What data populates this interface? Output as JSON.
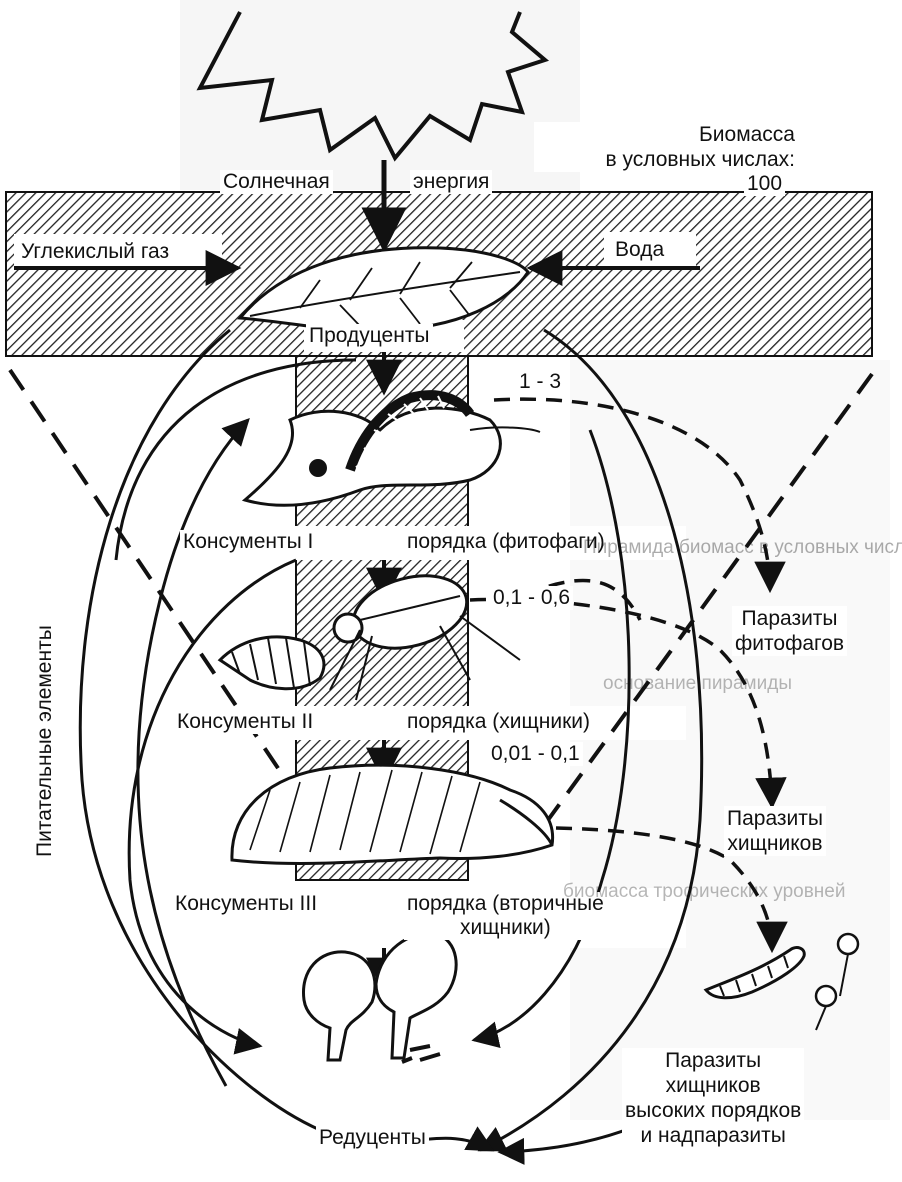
{
  "top_label": {
    "biomass_title": "Биомасса\nв условных числах:",
    "biomass_value": "100",
    "solar": "Солнечная",
    "energy": "энергия"
  },
  "inputs": {
    "co2": "Углекислый газ",
    "water": "Вода"
  },
  "levels": {
    "producers": "Продуценты",
    "consumers1_a": "Консументы I",
    "consumers1_b": "порядка (фитофаги)",
    "consumers2_a": "Консументы II",
    "consumers2_b": "порядка (хищники)",
    "consumers3_a": "Консументы III",
    "consumers3_b": "порядка (вторичные\nхищники)",
    "decomposers": "Редуценты"
  },
  "biomass_values": {
    "level1": "1 - 3",
    "level2": "0,1 - 0,6",
    "level3": "0,01 - 0,1"
  },
  "parasites": {
    "phytophages": "Паразиты\nфитофагов",
    "predators": "Паразиты\nхищников",
    "higher": "Паразиты\nхищников\nвысоких порядков\nи надпаразиты"
  },
  "side_label": "Питательные элементы",
  "background_text": [
    "Пирамида биомасс в условных числах",
    "основание пирамиды",
    "биомасса трофических уровней"
  ],
  "colors": {
    "ink": "#111111",
    "hatch": "#222222",
    "paper": "#ffffff"
  }
}
